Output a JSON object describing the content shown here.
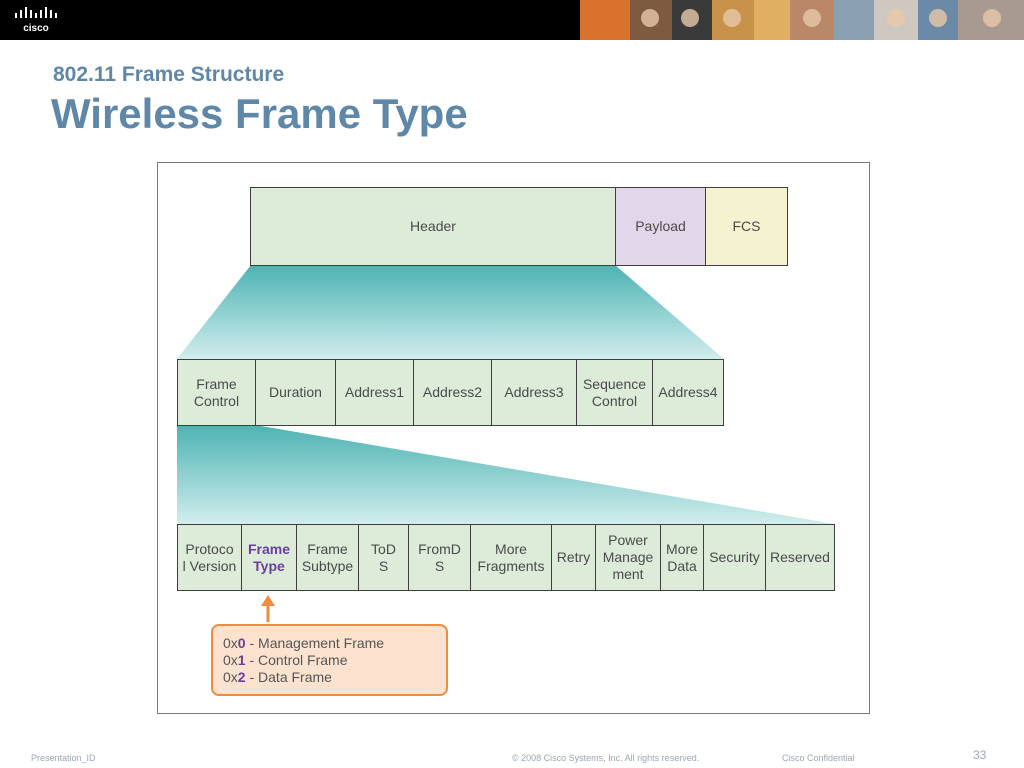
{
  "header": {
    "logo_text": "cisco",
    "photo_strip_icon": "people-photo-strip"
  },
  "slide": {
    "subtitle": "802.11 Frame Structure",
    "title": "Wireless Frame Type"
  },
  "diagram": {
    "frame_row": [
      {
        "label": "Header",
        "kind": "header"
      },
      {
        "label": "Payload",
        "kind": "payload"
      },
      {
        "label": "FCS",
        "kind": "fcs"
      }
    ],
    "header_row": [
      {
        "label": "Frame\nControl"
      },
      {
        "label": "Duration"
      },
      {
        "label": "Address1"
      },
      {
        "label": "Address2"
      },
      {
        "label": "Address3"
      },
      {
        "label": "Sequence\nControl"
      },
      {
        "label": "Address4"
      }
    ],
    "frame_control_row": [
      {
        "label": "Protoco\nl Version"
      },
      {
        "label": "Frame\nType",
        "highlight": true
      },
      {
        "label": "Frame\nSubtype"
      },
      {
        "label": "ToD\nS"
      },
      {
        "label": "FromD\nS"
      },
      {
        "label": "More\nFragments"
      },
      {
        "label": "Retry"
      },
      {
        "label": "Power\nManage\nment"
      },
      {
        "label": "More\nData"
      },
      {
        "label": "Security"
      },
      {
        "label": "Reserved"
      }
    ],
    "frame_types": [
      {
        "prefix": "0x",
        "code": "0",
        "label": " - Management Frame"
      },
      {
        "prefix": "0x",
        "code": "1",
        "label": " - Control Frame"
      },
      {
        "prefix": "0x",
        "code": "2",
        "label": " - Data Frame"
      }
    ]
  },
  "colors": {
    "accent_title": "#5f87a8",
    "cell_green": "#dcecd9",
    "payload_purple": "#e2d7ea",
    "fcs_yellow": "#f5f3cf",
    "highlight_purple": "#6a3ea1",
    "callout_orange": "#f08a3c",
    "expansion_teal": "#5bbcbc"
  },
  "footer": {
    "presentation_id": "Presentation_ID",
    "copyright": "© 2008 Cisco Systems, Inc. All rights reserved.",
    "confidential": "Cisco Confidential",
    "page_number": "33"
  }
}
